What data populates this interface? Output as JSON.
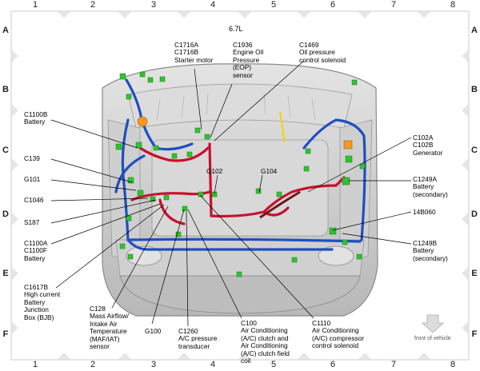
{
  "engine": "6.7L",
  "grid": {
    "columns": [
      "1",
      "2",
      "3",
      "4",
      "5",
      "6",
      "7",
      "8"
    ],
    "rows": [
      "A",
      "B",
      "C",
      "D",
      "E",
      "F"
    ]
  },
  "labels": {
    "c1716": "C1716A\nC1716B\nStarter motor",
    "c1936": "C1936\nEngine Oil\nPressure\n(EOP)\nsensor",
    "c1469": "C1469\nOil pressure\ncontrol solenoid",
    "c1100b": "C1100B\nBattery",
    "c139": "C139",
    "g101": "G101",
    "c1046": "C1046",
    "s187": "S187",
    "c1100a": "C1100A\nC1100F\nBattery",
    "c1617b": "C1617B\nHigh current\nBattery\nJunction\nBox (BJB)",
    "c128": "C128\nMass Airflow/\nIntake Air\nTemperature\n(MAF/IAT)\nsensor",
    "g100": "G100",
    "c1260": "C1260\nA/C pressure\ntransducer",
    "c100": "C100\nAir Conditioning\n(A/C) clutch and\nAir Conditioning\n(A/C) clutch field\ncoil",
    "c1110": "C1110\nAir Conditioning\n(A/C) compressor\ncontrol solenoid",
    "g102": "G102",
    "g104": "G104",
    "c102": "C102A\nC102B\nGenerator",
    "c1249a": "C1249A\nBattery\n(secondary)",
    "b14b060": "14B060",
    "c1249b": "C1249B\nBattery\n(secondary)"
  },
  "front_of_vehicle": "front of vehicle",
  "colors": {
    "harness_red": "#c8102e",
    "harness_blue": "#1f4fbf",
    "connector_green": "#2ec42e",
    "body_gray": "#c9c9c9"
  }
}
